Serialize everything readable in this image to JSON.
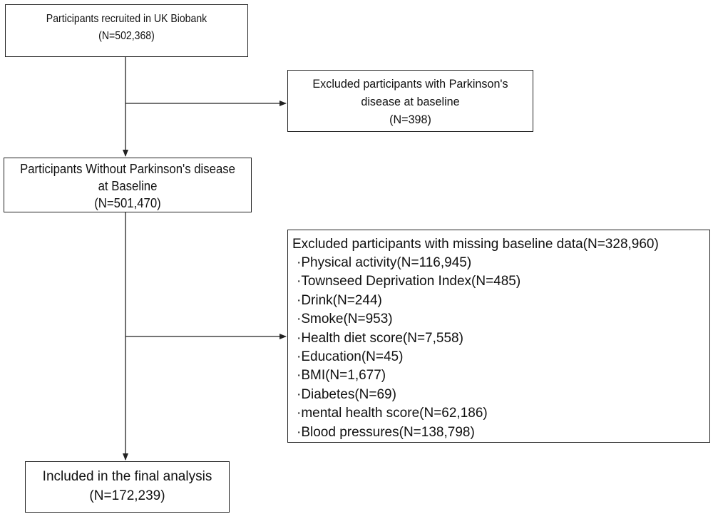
{
  "boxes": {
    "recruited": {
      "lines": [
        "Participants recruited in UK Biobank",
        "(N=502,368)"
      ]
    },
    "excluded_pd": {
      "lines": [
        "Excluded participants with Parkinson's",
        "disease at baseline",
        "(N=398)"
      ]
    },
    "without_pd": {
      "lines": [
        "Participants Without Parkinson's disease",
        "at Baseline",
        "(N=501,470)"
      ]
    },
    "excluded_missing": {
      "title": "Excluded participants with missing baseline data(N=328,960)",
      "items": [
        "·Physical activity(N=116,945)",
        "·Townseed Deprivation Index(N=485)",
        "·Drink(N=244)",
        "·Smoke(N=953)",
        "·Health diet score(N=7,558)",
        "·Education(N=45)",
        "·BMI(N=1,677)",
        "·Diabetes(N=69)",
        "·mental health score(N=62,186)",
        "·Blood pressures(N=138,798)"
      ]
    },
    "final": {
      "lines": [
        "Included in the final analysis",
        "(N=172,239)"
      ]
    }
  }
}
